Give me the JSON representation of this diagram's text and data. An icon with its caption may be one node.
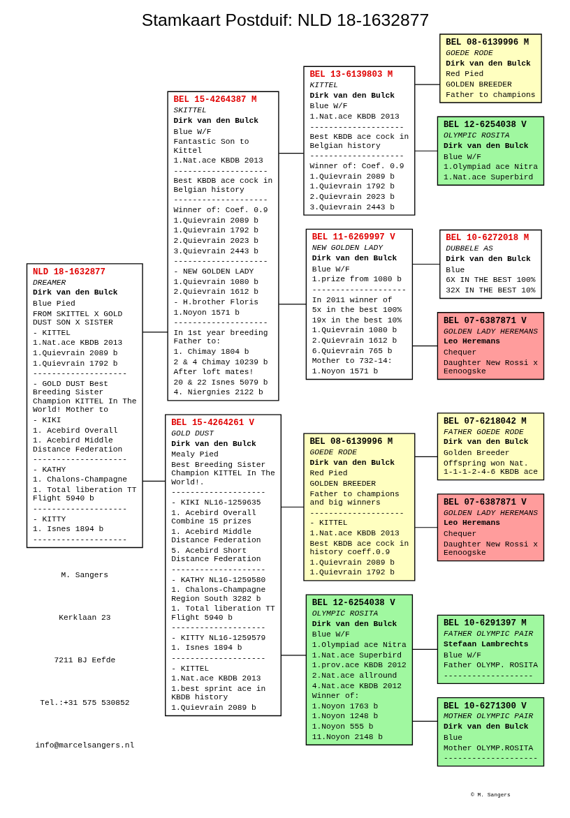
{
  "diagram": {
    "title": "Stamkaart Postduif: NLD 18-1632877",
    "nodes": [
      {
        "text": [
          "NLD 18-1632877",
          "DREAMER",
          "Dirk van den Bulck",
          "Blue Pied",
          "FROM SKITTEL X GOLD DUST SON X SISTER",
          "- KITTEL",
          "1.Nat.ace KBDB 2013",
          "1.Quievrain 2089 b",
          "1.Quievrain 1792 b",
          "--------------------",
          "- GOLD DUST Best Breeding Sister Champion KITTEL In The World! Mother to",
          "- KIKI",
          "1. Acebird Overall",
          "1. Acebird Middle Distance Federation",
          "--------------------",
          "- KATHY",
          "1. Chalons-Champagne",
          "1. Total liberation TT Flight 5940 b",
          "--------------------",
          "- KITTY",
          "1. Isnes 1894 b",
          "--------------------"
        ]
      },
      {
        "text": [
          "BEL 15-4264387 M",
          "SKITTEL",
          "Dirk van den Bulck",
          "Blue W/F",
          "Fantastic Son to Kittel",
          "1.Nat.ace KBDB 2013",
          "--------------------",
          "Best KBDB ace cock in Belgian history",
          "--------------------",
          "Winner of: Coef. 0.9",
          "1.Quievrain 2089 b",
          "1.Quievrain 1792 b",
          "2.Quievrain 2023 b",
          "3.Quievrain 2443 b",
          "--------------------",
          "- NEW GOLDEN LADY",
          "1.Quievrain 1080 b",
          "2.Quievrain 1612 b",
          "- H.brother Floris",
          "1.Noyon 1571 b",
          "--------------------",
          "In 1st year breeding Father to:",
          "1. Chimay 1804 b",
          "2 & 4 Chimay 10239 b",
          "After loft mates!",
          "20 & 22 Isnes 5079 b",
          "4. Niergnies 2122 b"
        ]
      },
      {
        "text": [
          "BEL 15-4264261 V",
          "GOLD DUST",
          "Dirk van den Bulck",
          "Mealy Pied",
          "Best Breeding Sister Champion KITTEL In The World!.",
          "--------------------",
          "- KIKI NL16-1259635",
          "1. Acebird Overall Combine 15 prizes",
          "1. Acebird Middle Distance Federation",
          "5. Acebird Short Distance Federation",
          "--------------------",
          "- KATHY NL16-1259580",
          "1. Chalons-Champagne Region South 3282 b",
          "1. Total liberation TT Flight 5940 b",
          "--------------------",
          "- KITTY NL16-1259579",
          "1. Isnes 1894 b",
          "--------------------",
          "- KITTEL",
          "1.Nat.ace KBDB 2013",
          "1.best sprint ace in KBDB history",
          "1.Quievrain 2089 b"
        ]
      },
      {
        "text": [
          "BEL 13-6139803 M",
          "KITTEL",
          "Dirk van den Bulck",
          "Blue W/F",
          "1.Nat.ace KBDB 2013",
          "--------------------",
          "Best KBDB ace cock in Belgian history",
          "--------------------",
          "Winner of: Coef. 0.9",
          "1.Quievrain 2089 b",
          "1.Quievrain 1792 b",
          "2.Quievrain 2023 b",
          "3.Quievrain 2443 b"
        ]
      },
      {
        "text": [
          "BEL 11-6269997 V",
          "NEW GOLDEN LADY",
          "Dirk van den Bulck",
          "Blue W/F",
          "1.prize from 1080 b",
          "--------------------",
          "In 2011 winner of",
          "5x in the best 100%",
          "19x in the best 10%",
          "1.Quievrain 1080 b",
          "2.Quievrain 1612 b",
          "6.Quievrain 765 b",
          "Mother to 732-14:",
          "1.Noyon 1571 b"
        ]
      },
      {
        "text": [
          "BEL 08-6139996 M",
          "GOEDE RODE",
          "Dirk van den Bulck",
          "Red Pied",
          "GOLDEN BREEDER",
          "Father to champions and big winners",
          "--------------------",
          "- KITTEL",
          "1.Nat.ace KBDB 2013",
          "Best KBDB ace cock in history coeff.0.9",
          "1.Quievrain 2089 b",
          "1.Quievrain 1792 b"
        ]
      },
      {
        "text": [
          "BEL 12-6254038 V",
          "OLYMPIC ROSITA",
          "Dirk van den Bulck",
          "Blue W/F",
          "1.Olympiad ace Nitra",
          "1.Nat.ace Superbird",
          "1.prov.ace KBDB 2012",
          "2.Nat.ace allround",
          "4.Nat.ace KBDB 2012",
          "Winner of:",
          "1.Noyon 1763 b",
          "1.Noyon 1248 b",
          "1.Noyon 555 b",
          "11.Noyon 2148 b"
        ]
      },
      {
        "text": [
          "BEL 08-6139996 M",
          "GOEDE RODE",
          "Dirk van den Bulck",
          "Red Pied",
          "GOLDEN BREEDER",
          "Father to champions"
        ]
      },
      {
        "text": [
          "BEL 12-6254038 V",
          "OLYMPIC ROSITA",
          "Dirk van den Bulck",
          "Blue W/F",
          "1.Olympiad ace Nitra",
          "1.Nat.ace Superbird"
        ]
      },
      {
        "text": [
          "BEL 10-6272018 M",
          "DUBBELE AS",
          "Dirk van den Bulck",
          "Blue",
          "6X IN THE BEST 100%",
          "32X IN THE BEST 10%"
        ]
      },
      {
        "text": [
          "BEL 07-6387871 V",
          "GOLDEN LADY HEREMANS",
          "Leo Heremans",
          "Chequer",
          "Daughter New Rossi x Eenoogske"
        ]
      },
      {
        "text": [
          "BEL 07-6218042 M",
          "FATHER GOEDE RODE",
          "Dirk van den Bulck",
          "Golden Breeder",
          "Offspring won Nat. 1-1-1-2-4-6 KBDB ace"
        ]
      },
      {
        "text": [
          "BEL 07-6387871 V",
          "GOLDEN LADY HEREMANS",
          "Leo Heremans",
          "Chequer",
          "Daughter New Rossi x Eenoogske"
        ]
      },
      {
        "text": [
          "BEL 10-6291397 M",
          "FATHER OLYMPIC PAIR",
          "Stefaan Lambrechts",
          "Blue W/F",
          "Father OLYMP. ROSITA",
          "-------------------"
        ]
      },
      {
        "text": [
          "BEL 10-6271300 V",
          "MOTHER OLYMPIC PAIR",
          "Dirk van den Bulck",
          "Blue",
          "Mother OLYMP.ROSITA",
          "--------------------"
        ]
      }
    ],
    "edges": [
      {
        "from": 0,
        "to": 1,
        "arrow": "none"
      },
      {
        "from": 0,
        "to": 2,
        "arrow": "none"
      },
      {
        "from": 1,
        "to": 3,
        "arrow": "none"
      },
      {
        "from": 1,
        "to": 4,
        "arrow": "none"
      },
      {
        "from": 2,
        "to": 5,
        "arrow": "none"
      },
      {
        "from": 2,
        "to": 6,
        "arrow": "none"
      },
      {
        "from": 3,
        "to": 7,
        "arrow": "none"
      },
      {
        "from": 3,
        "to": 8,
        "arrow": "none"
      },
      {
        "from": 4,
        "to": 9,
        "arrow": "none"
      },
      {
        "from": 4,
        "to": 10,
        "arrow": "none"
      },
      {
        "from": 5,
        "to": 11,
        "arrow": "none"
      },
      {
        "from": 5,
        "to": 12,
        "arrow": "none"
      },
      {
        "from": 6,
        "to": 13,
        "arrow": "none"
      },
      {
        "from": 6,
        "to": 14,
        "arrow": "none"
      }
    ],
    "labels": [
      "M. Sangers",
      "Kerklaan 23",
      "7211 BJ Eefde",
      "Tel.:+31 575 530852",
      "info@marcelsangers.nl",
      "© M. Sangers"
    ]
  }
}
